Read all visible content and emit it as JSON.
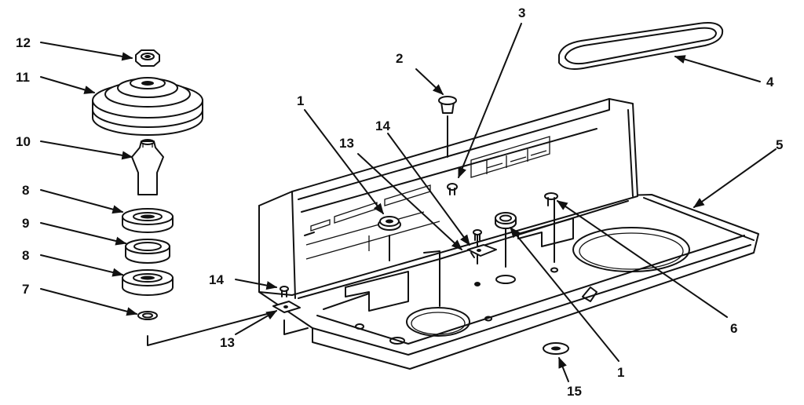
{
  "callouts": [
    {
      "id": "c1a",
      "label": "1"
    },
    {
      "id": "c1b",
      "label": "1"
    },
    {
      "id": "c2",
      "label": "2"
    },
    {
      "id": "c3",
      "label": "3"
    },
    {
      "id": "c4",
      "label": "4"
    },
    {
      "id": "c5",
      "label": "5"
    },
    {
      "id": "c6",
      "label": "6"
    },
    {
      "id": "c7",
      "label": "7"
    },
    {
      "id": "c8a",
      "label": "8"
    },
    {
      "id": "c8b",
      "label": "8"
    },
    {
      "id": "c9",
      "label": "9"
    },
    {
      "id": "c10",
      "label": "10"
    },
    {
      "id": "c11",
      "label": "11"
    },
    {
      "id": "c12",
      "label": "12"
    },
    {
      "id": "c13a",
      "label": "13"
    },
    {
      "id": "c13b",
      "label": "13"
    },
    {
      "id": "c14a",
      "label": "14"
    },
    {
      "id": "c14b",
      "label": "14"
    },
    {
      "id": "c15",
      "label": "15"
    }
  ]
}
